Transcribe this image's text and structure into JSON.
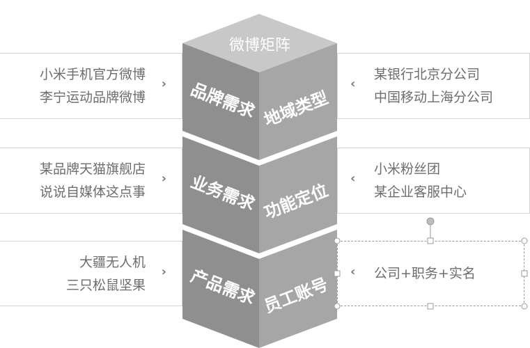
{
  "diagram": {
    "top_title": "微博矩阵",
    "levels": [
      {
        "left_face": "品牌需求",
        "right_face": "地域类型",
        "left_items": [
          "小米手机官方微博",
          "李宁运动品牌微博"
        ],
        "right_items": [
          "某银行北京分公司",
          "中国移动上海分公司"
        ]
      },
      {
        "left_face": "业务需求",
        "right_face": "功能定位",
        "left_items": [
          "某品牌天猫旗舰店",
          "说说自媒体这点事"
        ],
        "right_items": [
          "小米粉丝团",
          "某企业客服中心"
        ]
      },
      {
        "left_face": "产品需求",
        "right_face": "员工账号",
        "left_items": [
          "大疆无人机",
          "三只松鼠坚果"
        ],
        "right_items": [
          "公司+职务+实名"
        ]
      }
    ],
    "arrow_right": "›",
    "arrow_left": "‹",
    "colors": {
      "top_face": "#c8c8c8",
      "left_face": "#8f8f8f",
      "right_face": "#a6a6a6",
      "face_text": "#ffffff",
      "panel_text": "#6d6d6d",
      "panel_border": "#d4d4d4"
    }
  }
}
